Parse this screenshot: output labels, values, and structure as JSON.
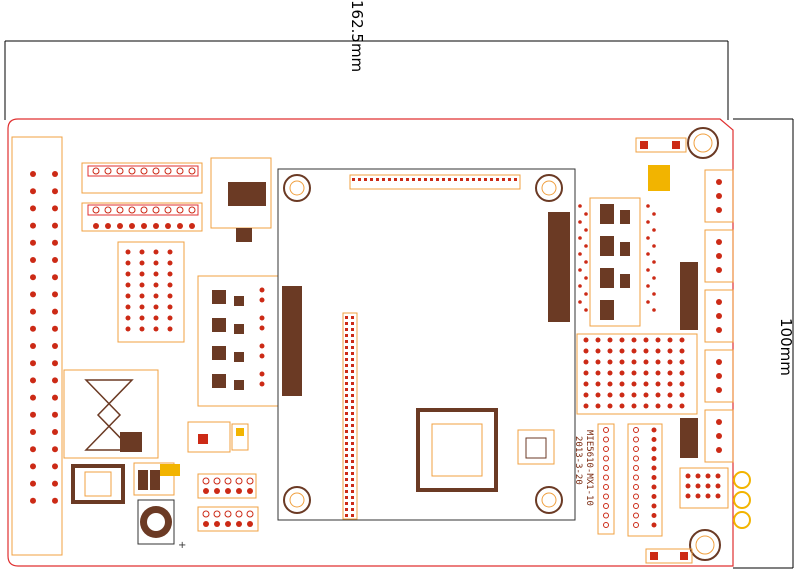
{
  "dimensions": {
    "width_label": "162.5mm",
    "height_label": "100mm"
  },
  "board": {
    "marking_line1": "MIE5610-MX1-10",
    "marking_line2": "2013-3-20"
  },
  "colors": {
    "outline": "#e03030",
    "silk": "#f0a040",
    "copper": "#6b3a24",
    "pad_red": "#cc2a16",
    "pad_gold": "#f2b400",
    "dim_line": "#000000"
  },
  "icons": {
    "mounting_hole": "mounting-hole-icon",
    "polarity_plus": "plus-icon"
  }
}
